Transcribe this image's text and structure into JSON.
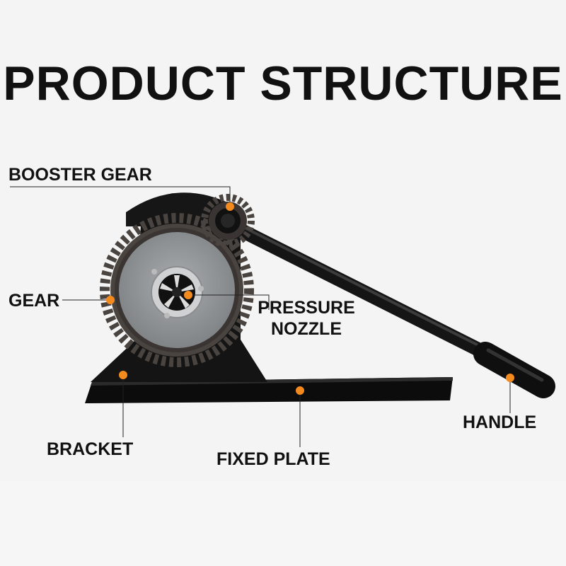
{
  "title": "PRODUCT STRUCTURE",
  "labels": {
    "booster_gear": "BOOSTER GEAR",
    "gear": "GEAR",
    "pressure_nozzle_line1": "PRESSURE",
    "pressure_nozzle_line2": "NOZZLE",
    "bracket": "BRACKET",
    "fixed_plate": "FIXED PLATE",
    "handle": "HANDLE"
  },
  "colors": {
    "marker": "#f28a1e",
    "metal_dark": "#1c1c1c",
    "gear_teeth": "#4a4440",
    "disc": "#8f9294",
    "leader_line": "#222222"
  }
}
